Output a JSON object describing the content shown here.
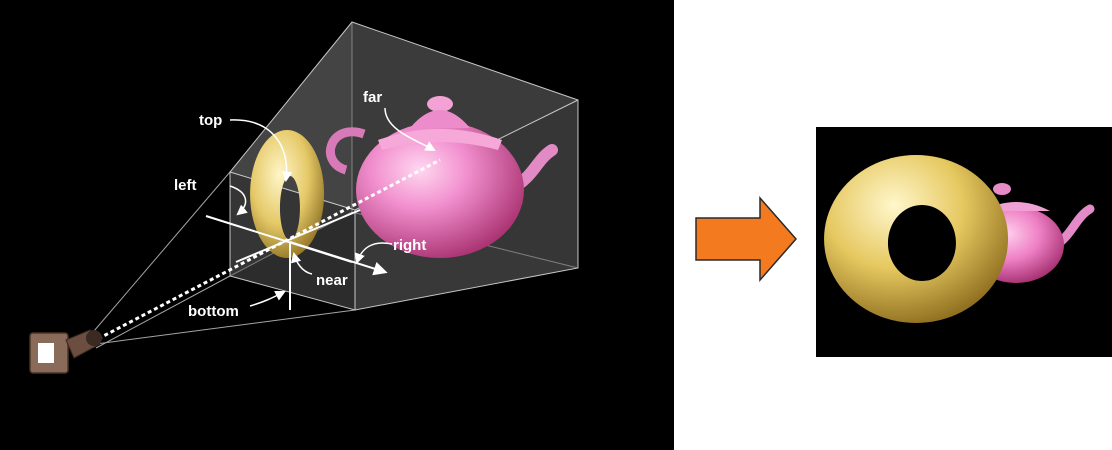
{
  "frustum_labels": {
    "top": "top",
    "left": "left",
    "right": "right",
    "near": "near",
    "far": "far",
    "bottom": "bottom"
  },
  "colors": {
    "scene_background": "#000000",
    "page_background": "#ffffff",
    "arrow_fill": "#f47a20",
    "torus": "#e8cf6a",
    "teapot": "#ee7fc4",
    "camera": "#8a6a58"
  },
  "icons": {
    "camera": "camera-icon",
    "arrow": "right-arrow-icon"
  }
}
